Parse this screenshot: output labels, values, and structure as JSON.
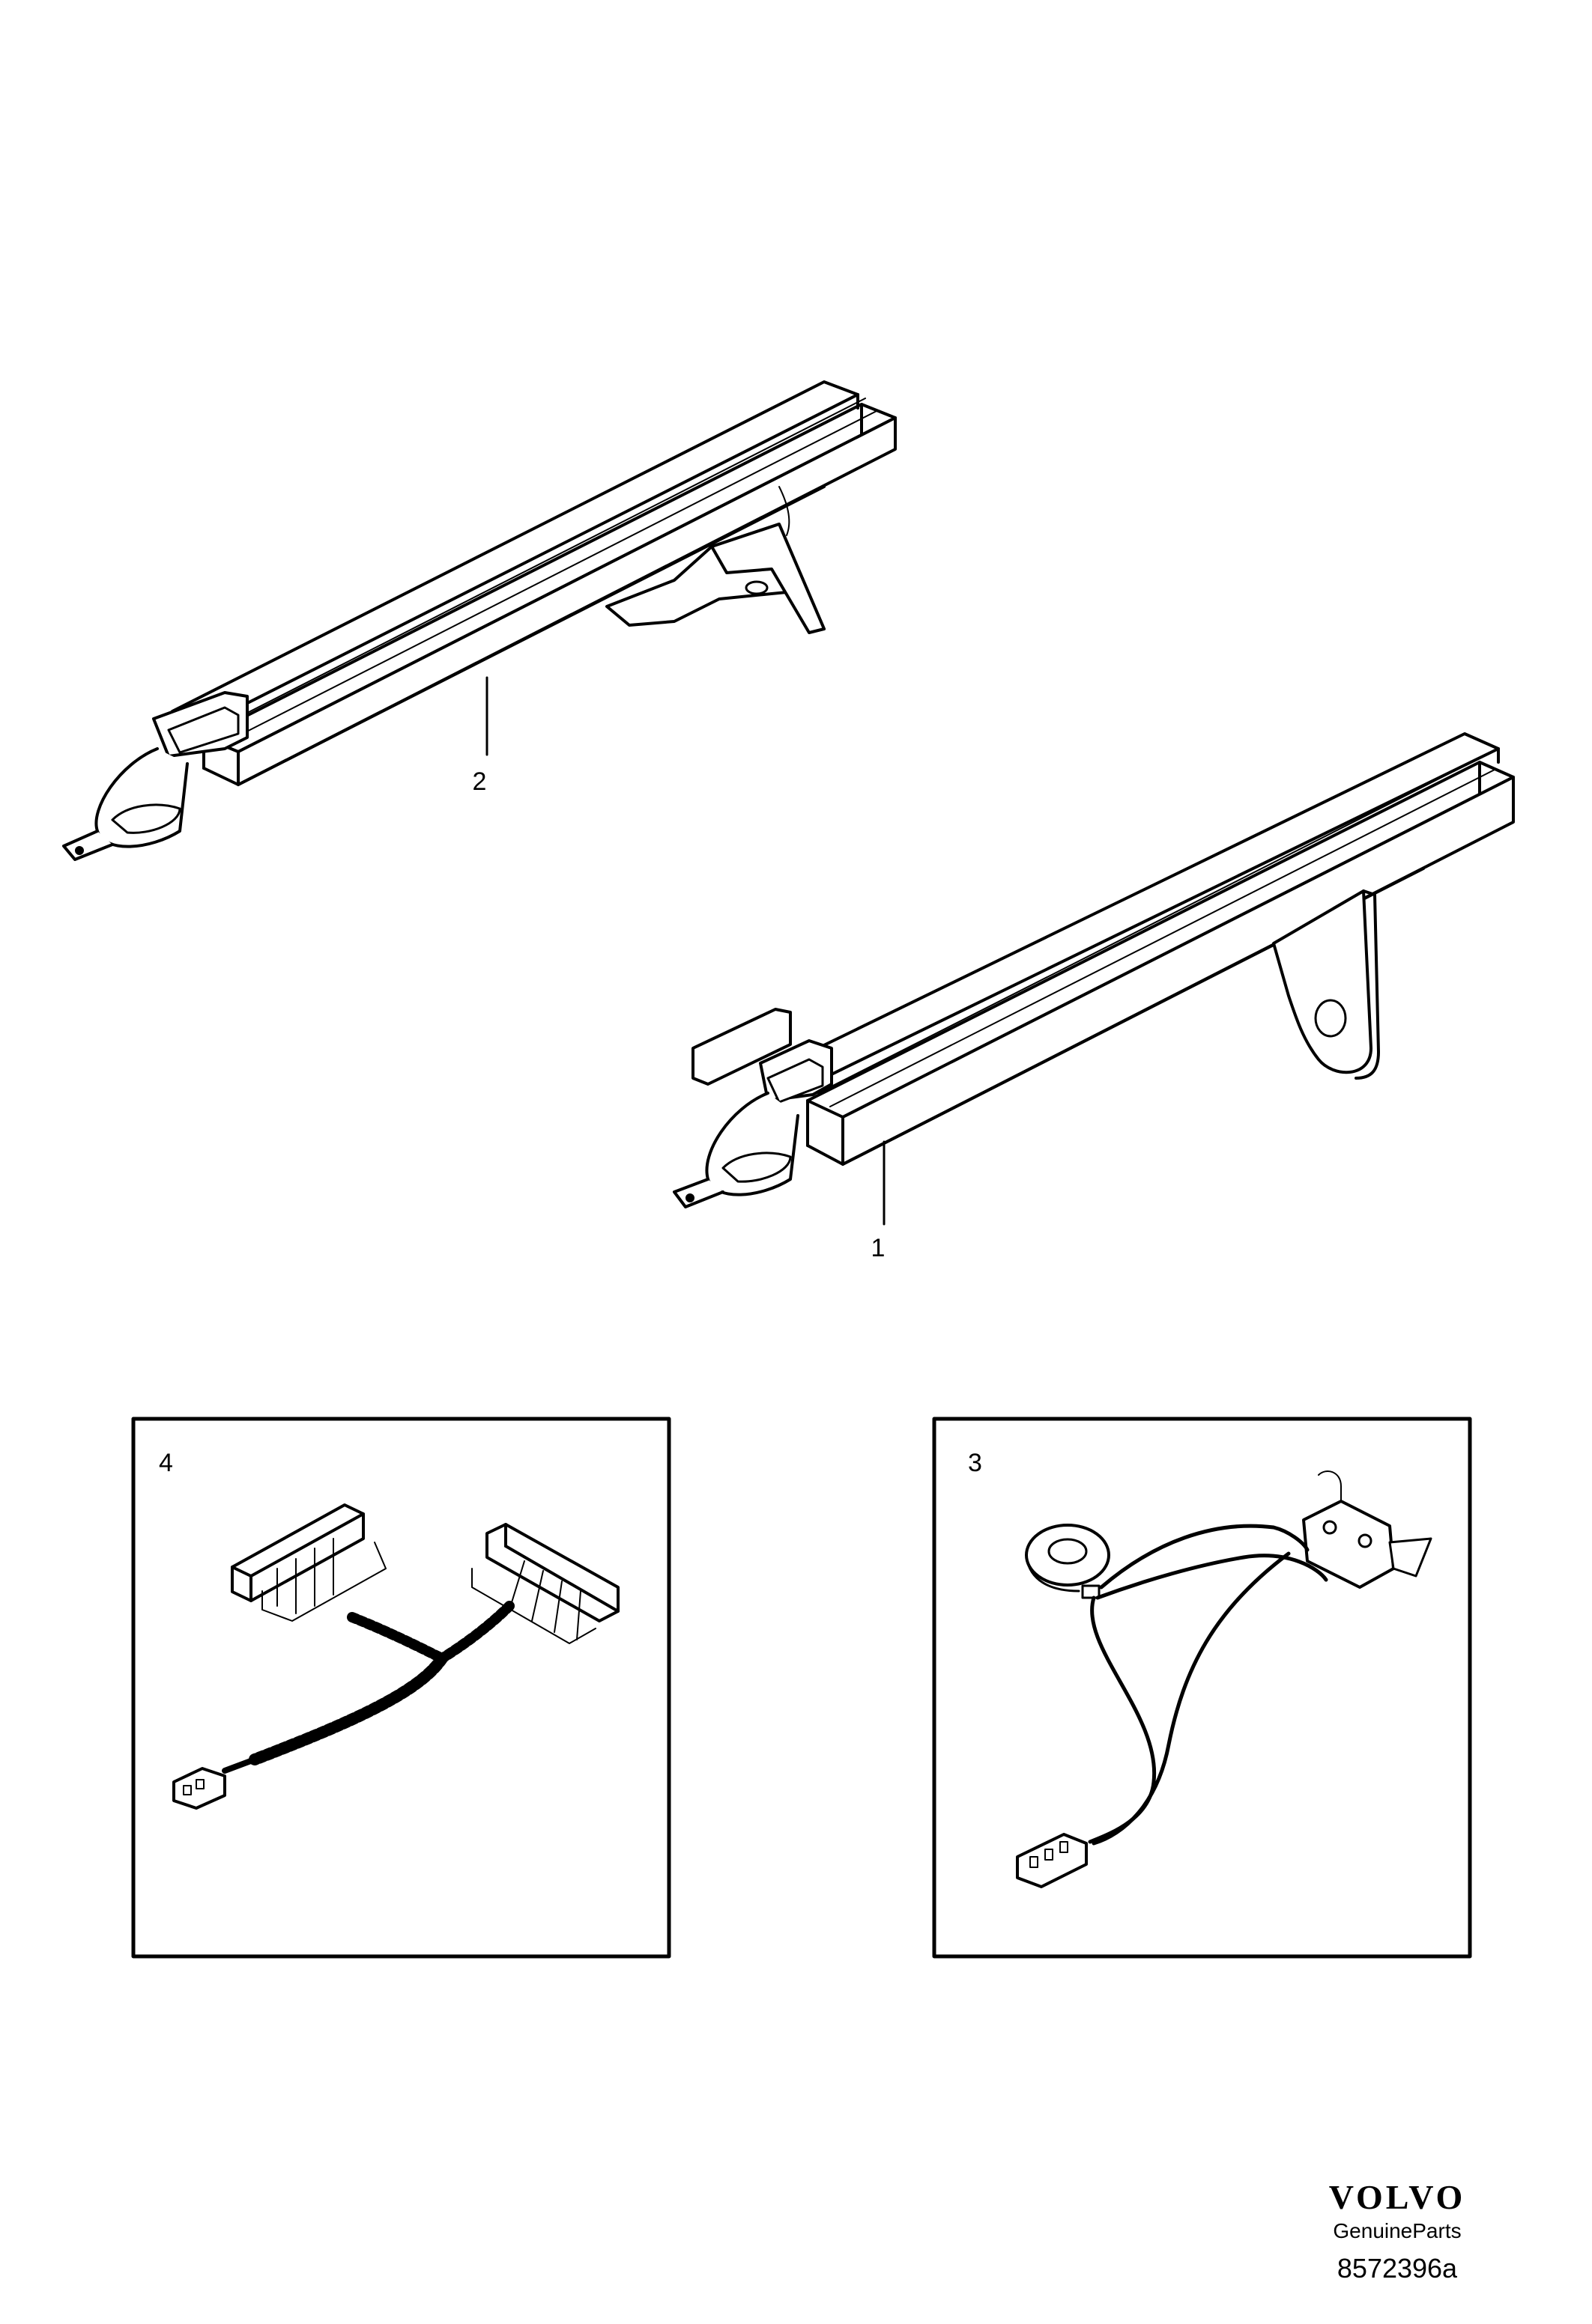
{
  "callouts": {
    "part_1": "1",
    "part_2": "2",
    "part_3": "3",
    "part_4": "4"
  },
  "brand": {
    "logo_text": "VOLVO",
    "subtitle": "GenuineParts"
  },
  "diagram_id": "8572396a",
  "colors": {
    "line": "#000000",
    "background": "#ffffff"
  }
}
